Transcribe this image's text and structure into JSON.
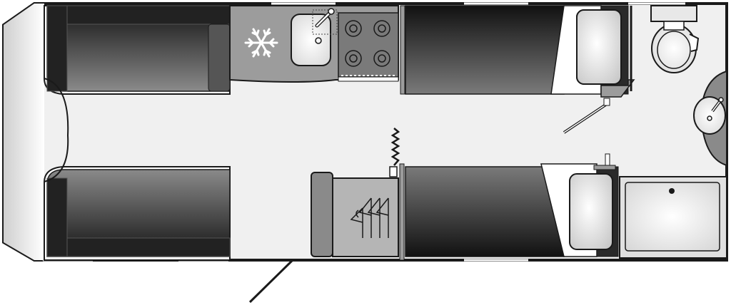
{
  "diagram": {
    "kind": "caravan-floor-plan",
    "colors": {
      "outline": "#1a1a1a",
      "floor": "#f0f0f0",
      "worktop": "#9c9c9c",
      "upholstery_dark": "#262626",
      "upholstery_light": "#8a8a8a",
      "white": "#ffffff"
    },
    "icons": [
      "snowflake-icon",
      "sink-icon",
      "hob-icon",
      "hanger-icon",
      "toilet-icon",
      "washbasin-icon",
      "shower-tray-icon",
      "radiator-icon"
    ],
    "rooms": [
      "front-lounge",
      "kitchen",
      "mid-bedroom-twin-beds",
      "washroom"
    ]
  }
}
